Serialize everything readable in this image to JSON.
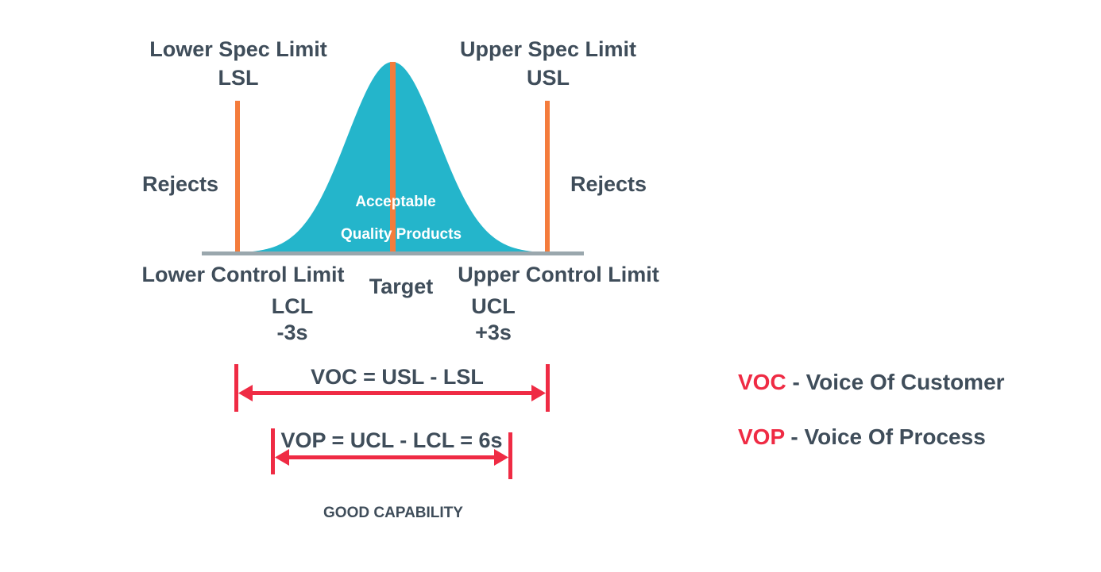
{
  "colors": {
    "text": "#3f4d5a",
    "curve": "#24b5cb",
    "spec_line": "#f47c3c",
    "baseline": "#9aa7ad",
    "measure": "#ef2b44",
    "inner_text": "#ffffff"
  },
  "labels": {
    "lsl_title": "Lower Spec Limit",
    "lsl_abbr": "LSL",
    "usl_title": "Upper Spec Limit",
    "usl_abbr": "USL",
    "rejects_left": "Rejects",
    "rejects_right": "Rejects",
    "acceptable_line1": "Acceptable",
    "acceptable_line2": "Quality Products",
    "lcl_title": "Lower Control Limit",
    "lcl_abbr": "LCL",
    "lcl_sigma": "-3s",
    "target": "Target",
    "ucl_title": "Upper Control Limit",
    "ucl_abbr": "UCL",
    "ucl_sigma": "+3s",
    "voc_formula": "VOC = USL - LSL",
    "vop_formula": "VOP = UCL - LCL = 6s",
    "footer": "GOOD CAPABILITY"
  },
  "legend": [
    {
      "key": "VOC",
      "desc": " - Voice Of Customer"
    },
    {
      "key": "VOP",
      "desc": " - Voice Of Process"
    }
  ]
}
